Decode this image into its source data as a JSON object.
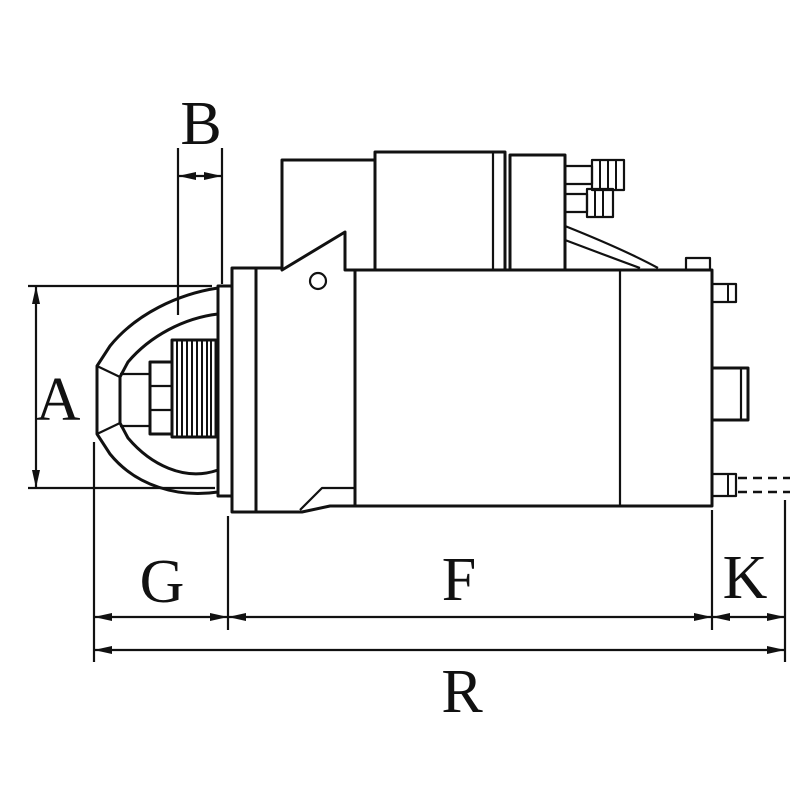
{
  "diagram": {
    "labels": {
      "A": "A",
      "B": "B",
      "G": "G",
      "F": "F",
      "K": "K",
      "R": "R"
    },
    "colors": {
      "line": "#111111",
      "background": "#ffffff"
    }
  }
}
